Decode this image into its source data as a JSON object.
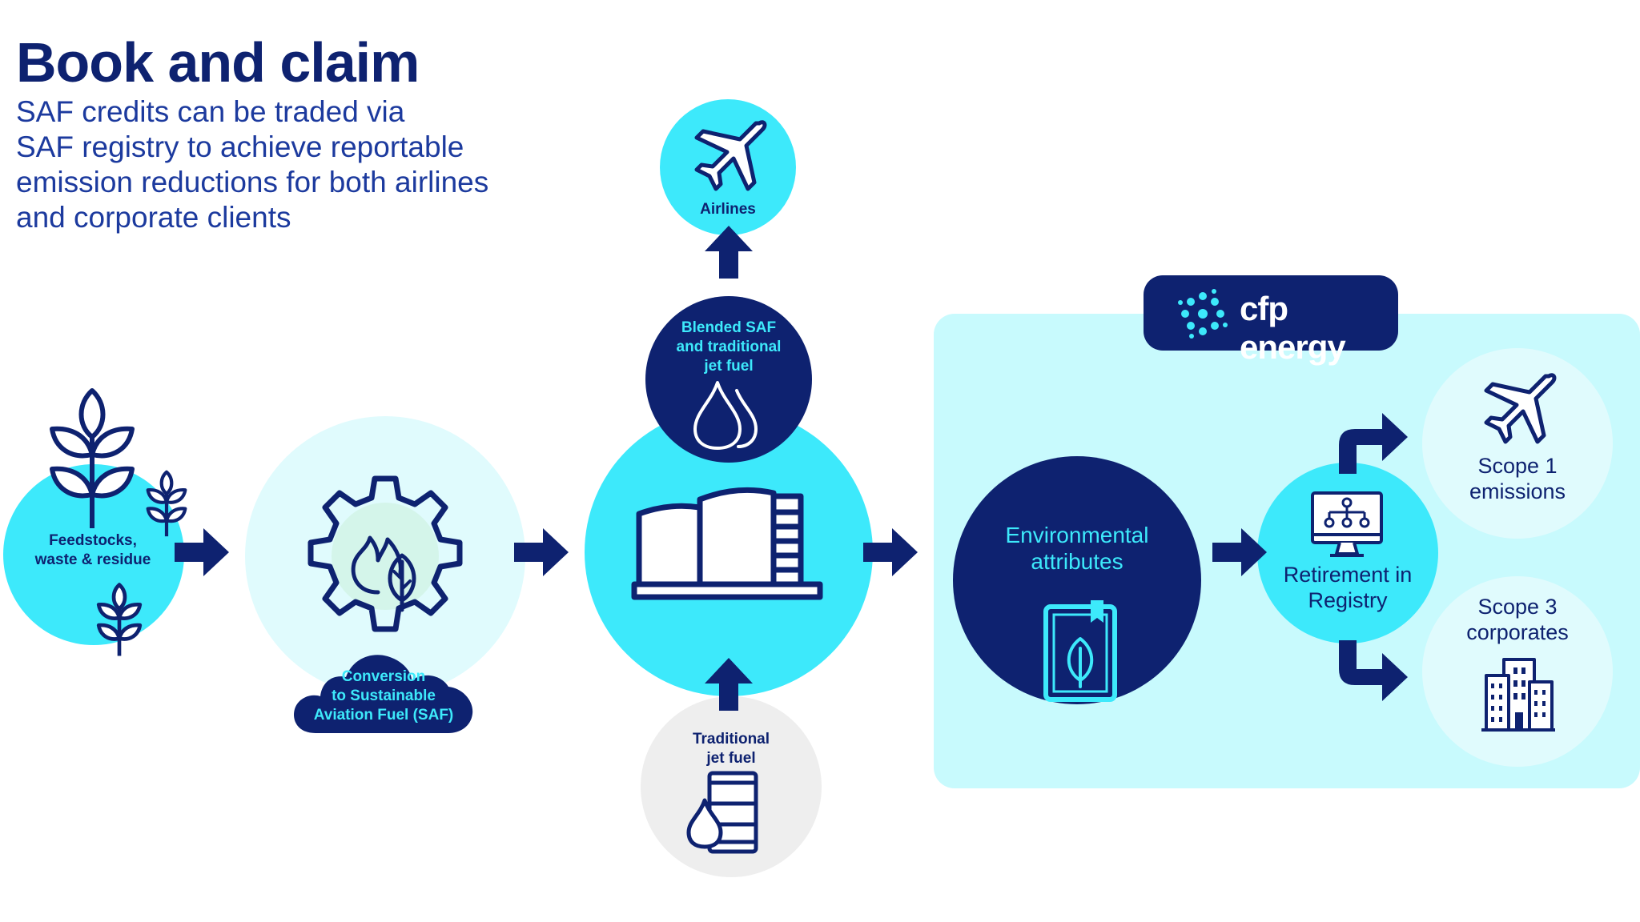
{
  "header": {
    "title": "Book and claim",
    "subtitle_lines": [
      "SAF credits can be traded via",
      "SAF registry to achieve reportable",
      "emission reductions for both airlines",
      "and corporate clients"
    ]
  },
  "nodes": {
    "feedstocks": {
      "lines": [
        "Feedstocks,",
        "waste & residue"
      ],
      "icon": "wheat-icon"
    },
    "conversion": {
      "lines": [
        "Conversion",
        "to Sustainable",
        "Aviation Fuel (SAF)"
      ],
      "icon": "gear-flame-leaf-icon"
    },
    "storage": {
      "icon": "fuel-storage-tanks-icon"
    },
    "blended": {
      "lines": [
        "Blended SAF",
        "and traditional",
        "jet fuel"
      ],
      "icon": "fuel-drops-icon"
    },
    "airlines": {
      "lines": [
        "Airlines"
      ],
      "icon": "airplane-icon"
    },
    "traditional": {
      "lines": [
        "Traditional",
        "jet fuel"
      ],
      "icon": "oil-barrel-icon"
    },
    "environmental": {
      "lines": [
        "Environmental",
        "attributes"
      ],
      "icon": "certificate-leaf-icon"
    },
    "retirement": {
      "lines": [
        "Retirement in",
        "Registry"
      ],
      "icon": "registry-monitor-icon"
    },
    "scope1": {
      "lines": [
        "Scope 1",
        "emissions"
      ],
      "icon": "airplane-icon"
    },
    "scope3": {
      "lines": [
        "Scope 3",
        "corporates"
      ],
      "icon": "office-building-icon"
    }
  },
  "brand": {
    "name": "cfp energy",
    "logo_icon": "cfp-dots-logo-icon"
  },
  "colors": {
    "navy": "#0e2270",
    "cyan": "#3de9fb",
    "light_cyan": "#c8fafd",
    "pale_cyan": "#e0fbfd",
    "mint": "#d4f5ea",
    "grey": "#eeeeee"
  }
}
